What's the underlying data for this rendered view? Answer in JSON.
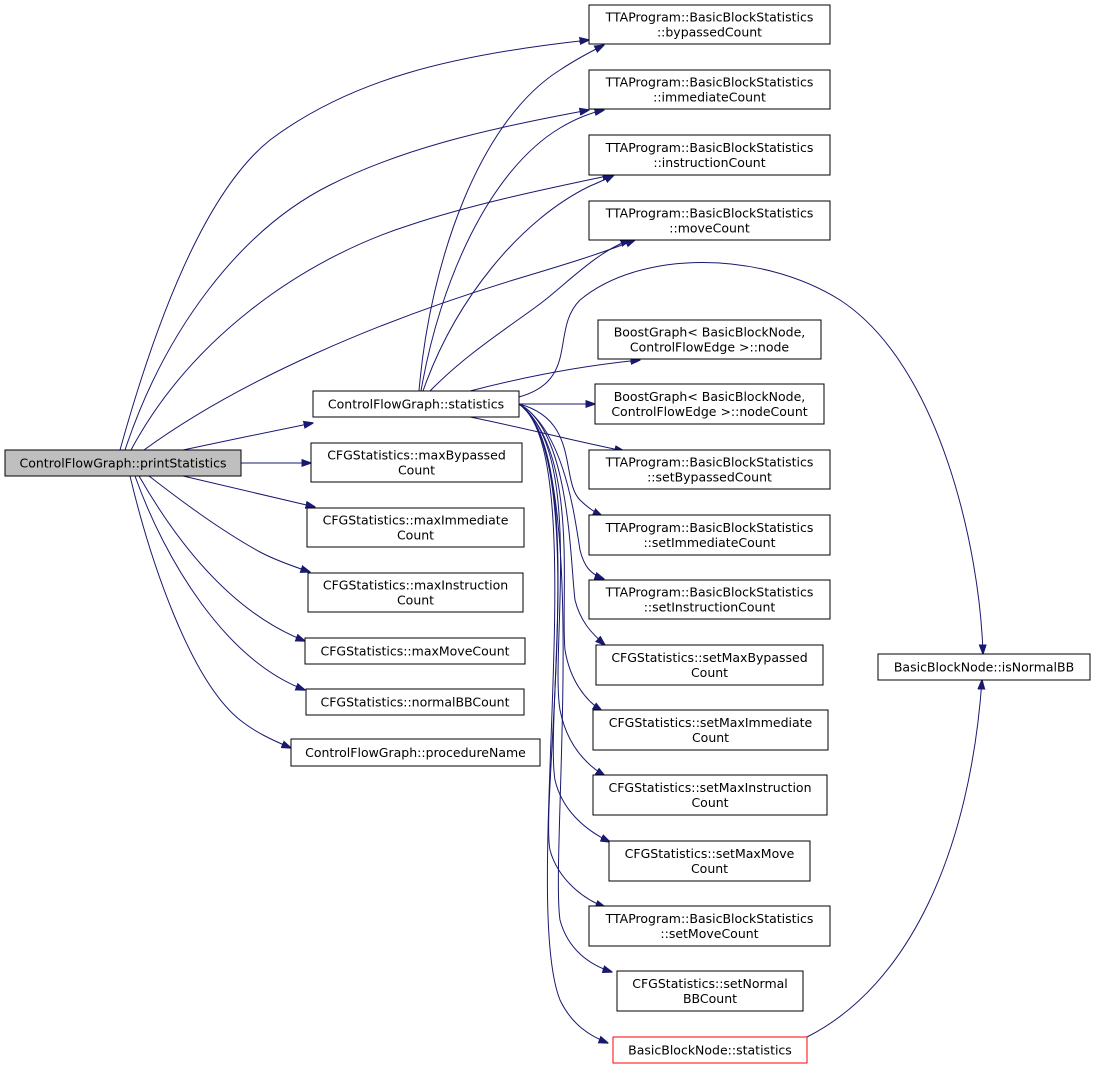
{
  "nodes": [
    {
      "id": "printStatistics",
      "lines": [
        "ControlFlowGraph::printStatistics"
      ]
    },
    {
      "id": "cfg_statistics",
      "lines": [
        "ControlFlowGraph::statistics"
      ]
    },
    {
      "id": "maxBypassed",
      "lines": [
        "CFGStatistics::maxBypassed",
        "Count"
      ]
    },
    {
      "id": "maxImmediate",
      "lines": [
        "CFGStatistics::maxImmediate",
        "Count"
      ]
    },
    {
      "id": "maxInstruction",
      "lines": [
        "CFGStatistics::maxInstruction",
        "Count"
      ]
    },
    {
      "id": "maxMoveCount",
      "lines": [
        "CFGStatistics::maxMoveCount"
      ]
    },
    {
      "id": "normalBBCount",
      "lines": [
        "CFGStatistics::normalBBCount"
      ]
    },
    {
      "id": "procedureName",
      "lines": [
        "ControlFlowGraph::procedureName"
      ]
    },
    {
      "id": "bypassedCount",
      "lines": [
        "TTAProgram::BasicBlockStatistics",
        "::bypassedCount"
      ]
    },
    {
      "id": "immediateCount",
      "lines": [
        "TTAProgram::BasicBlockStatistics",
        "::immediateCount"
      ]
    },
    {
      "id": "instructionCount",
      "lines": [
        "TTAProgram::BasicBlockStatistics",
        "::instructionCount"
      ]
    },
    {
      "id": "moveCount",
      "lines": [
        "TTAProgram::BasicBlockStatistics",
        "::moveCount"
      ]
    },
    {
      "id": "bg_node",
      "lines": [
        "BoostGraph< BasicBlockNode,",
        "ControlFlowEdge >::node"
      ]
    },
    {
      "id": "bg_nodeCount",
      "lines": [
        "BoostGraph< BasicBlockNode,",
        "ControlFlowEdge >::nodeCount"
      ]
    },
    {
      "id": "setBypassedCount",
      "lines": [
        "TTAProgram::BasicBlockStatistics",
        "::setBypassedCount"
      ]
    },
    {
      "id": "setImmediateCount",
      "lines": [
        "TTAProgram::BasicBlockStatistics",
        "::setImmediateCount"
      ]
    },
    {
      "id": "setInstructionCount",
      "lines": [
        "TTAProgram::BasicBlockStatistics",
        "::setInstructionCount"
      ]
    },
    {
      "id": "setMaxBypassed",
      "lines": [
        "CFGStatistics::setMaxBypassed",
        "Count"
      ]
    },
    {
      "id": "setMaxImmediate",
      "lines": [
        "CFGStatistics::setMaxImmediate",
        "Count"
      ]
    },
    {
      "id": "setMaxInstruction",
      "lines": [
        "CFGStatistics::setMaxInstruction",
        "Count"
      ]
    },
    {
      "id": "setMaxMove",
      "lines": [
        "CFGStatistics::setMaxMove",
        "Count"
      ]
    },
    {
      "id": "setMoveCount",
      "lines": [
        "TTAProgram::BasicBlockStatistics",
        "::setMoveCount"
      ]
    },
    {
      "id": "setNormalBB",
      "lines": [
        "CFGStatistics::setNormal",
        "BBCount"
      ]
    },
    {
      "id": "bbn_statistics",
      "lines": [
        "BasicBlockNode::statistics"
      ]
    },
    {
      "id": "isNormalBB",
      "lines": [
        "BasicBlockNode::isNormalBB"
      ]
    }
  ],
  "edges": [
    [
      "printStatistics",
      "cfg_statistics"
    ],
    [
      "printStatistics",
      "maxBypassed"
    ],
    [
      "printStatistics",
      "maxImmediate"
    ],
    [
      "printStatistics",
      "maxInstruction"
    ],
    [
      "printStatistics",
      "maxMoveCount"
    ],
    [
      "printStatistics",
      "normalBBCount"
    ],
    [
      "printStatistics",
      "procedureName"
    ],
    [
      "printStatistics",
      "bypassedCount"
    ],
    [
      "printStatistics",
      "immediateCount"
    ],
    [
      "printStatistics",
      "instructionCount"
    ],
    [
      "printStatistics",
      "moveCount"
    ],
    [
      "cfg_statistics",
      "bypassedCount"
    ],
    [
      "cfg_statistics",
      "immediateCount"
    ],
    [
      "cfg_statistics",
      "instructionCount"
    ],
    [
      "cfg_statistics",
      "moveCount"
    ],
    [
      "cfg_statistics",
      "bg_node"
    ],
    [
      "cfg_statistics",
      "bg_nodeCount"
    ],
    [
      "cfg_statistics",
      "isNormalBB"
    ],
    [
      "cfg_statistics",
      "setBypassedCount"
    ],
    [
      "cfg_statistics",
      "setImmediateCount"
    ],
    [
      "cfg_statistics",
      "setInstructionCount"
    ],
    [
      "cfg_statistics",
      "setMaxBypassed"
    ],
    [
      "cfg_statistics",
      "setMaxImmediate"
    ],
    [
      "cfg_statistics",
      "setMaxInstruction"
    ],
    [
      "cfg_statistics",
      "setMaxMove"
    ],
    [
      "cfg_statistics",
      "setMoveCount"
    ],
    [
      "cfg_statistics",
      "setNormalBB"
    ],
    [
      "cfg_statistics",
      "bbn_statistics"
    ],
    [
      "bbn_statistics",
      "isNormalBB"
    ]
  ],
  "colors": {
    "edge": "#191970",
    "root_fill": "#bfbfbf",
    "highlight_border": "#ff0000"
  }
}
